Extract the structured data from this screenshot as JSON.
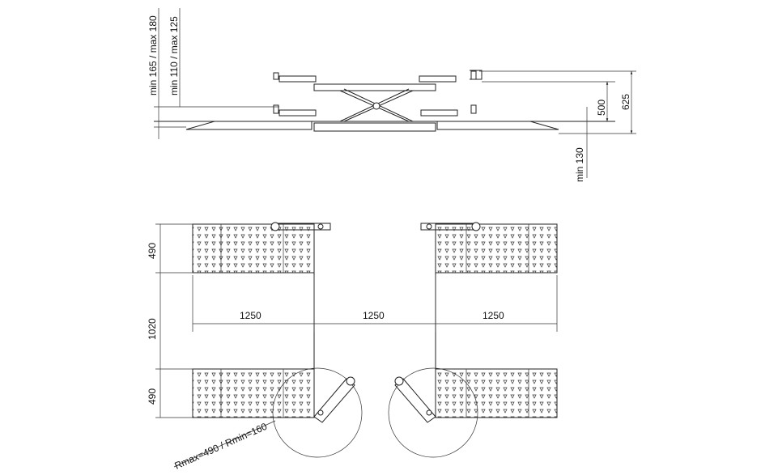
{
  "side_view": {
    "height_min_max_1": "min 165 / max 180",
    "height_min_max_2": "min 110 / max 125",
    "lift_height": "500",
    "total_height": "625",
    "min_clearance": "min 130"
  },
  "top_view": {
    "pad_depth_top": "490",
    "pad_depth_bottom": "490",
    "gap_between": "1020",
    "length_left": "1250",
    "length_middle": "1250",
    "length_right": "1250",
    "arm_radius": "Rmax=490 / Rmin=160"
  },
  "colors": {
    "line": "#222222",
    "background": "#ffffff"
  }
}
